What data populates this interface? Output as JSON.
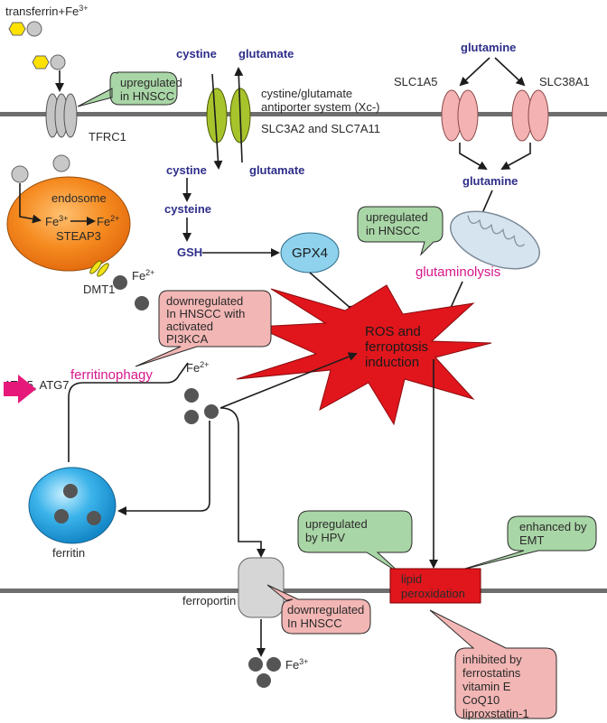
{
  "labels": {
    "transferrin": "transferrin+Fe",
    "transferrin_sup": "3+",
    "tfrc1": "TFRC1",
    "endosome": "endosome",
    "fe": "Fe",
    "fe3_sup": "3+",
    "fe2_sup": "2+",
    "steap3": "STEAP3",
    "dmt1": "DMT1",
    "cystine_top": "cystine",
    "glutamate_top": "glutamate",
    "xc_line1": "cystine/glutamate",
    "xc_line2": "antiporter system (Xc-)",
    "slc3a2": "SLC3A2 and SLC7A11",
    "cystine_bottom": "cystine",
    "glutamate_bottom": "glutamate",
    "cysteine": "cysteine",
    "gsh": "GSH",
    "gpx4": "GPX4",
    "glutamine_top": "glutamine",
    "slc1a5": "SLC1A5",
    "slc38a1": "SLC38A1",
    "glutamine_bottom": "glutamine",
    "glutaminolysis": "glutaminolysis",
    "ros_line1": "ROS and",
    "ros_line2": "ferroptosis",
    "ros_line3": "induction",
    "ferritinophagy": "ferritinophagy",
    "atg": "ATG5, ATG7",
    "ferritin": "ferritin",
    "ferroportin": "ferroportin",
    "lipid_line1": "lipid",
    "lipid_line2": "peroxidation"
  },
  "callouts": {
    "tfrc_up": [
      "upregulated",
      "in HNSCC"
    ],
    "gpx_up": [
      "upregulated",
      "in HNSCC"
    ],
    "pi3k_down": [
      "downregulated",
      "In HNSCC with",
      "activated",
      "PI3KCA"
    ],
    "hpv_up": [
      "upregulated",
      "by HPV"
    ],
    "emt": [
      "enhanced by",
      "EMT"
    ],
    "fpn_down": [
      "downregulated",
      "In HNSCC"
    ],
    "inhibited": [
      "inhibited by",
      "ferrostatins",
      "vitamin E",
      "CoQ10",
      "liproxstatin-1"
    ]
  },
  "colors": {
    "membrane": "#6e6e6e",
    "callout_green": "#a9d6a6",
    "callout_pink": "#f2b6b4",
    "ros_red": "#e0161c",
    "endosome_orange": "#f08a22",
    "ferritin_blue": "#2aa4e0",
    "gpx4_blue": "#8fd2ee",
    "antiporter_green": "#a8c42c",
    "slc_pink": "#f4b2b2",
    "iron_dark": "#555555",
    "transferrin_yellow": "#ffe100",
    "atg_arrow": "#e6197a",
    "blue_text": "#2e2e8a",
    "magenta_text": "#d6188c"
  }
}
